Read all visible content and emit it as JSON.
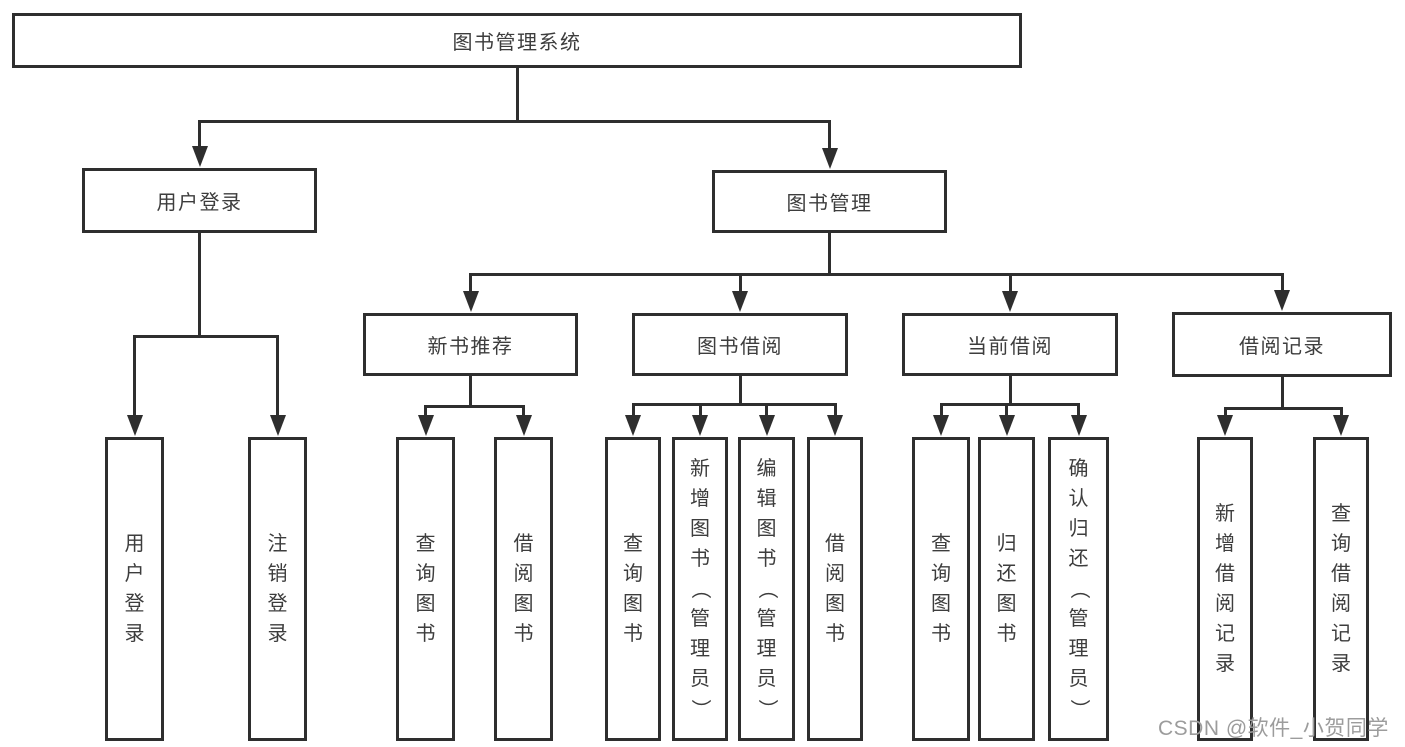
{
  "diagram": {
    "title": "图书管理系统",
    "watermark": "CSDN @软件_小贺同学",
    "colors": {
      "line": "#2e2e2e",
      "border": "#2e2e2e",
      "text": "#3d3d3d",
      "watermark": "#9c9c9c",
      "background": "#ffffff"
    },
    "nodes": [
      {
        "id": "root",
        "label": "图书管理系统",
        "orientation": "horizontal"
      },
      {
        "id": "user-login",
        "label": "用户登录",
        "orientation": "horizontal"
      },
      {
        "id": "book-mgmt",
        "label": "图书管理",
        "orientation": "horizontal"
      },
      {
        "id": "new-book-rec",
        "label": "新书推荐",
        "orientation": "horizontal"
      },
      {
        "id": "book-borrow",
        "label": "图书借阅",
        "orientation": "horizontal"
      },
      {
        "id": "current-borrow",
        "label": "当前借阅",
        "orientation": "horizontal"
      },
      {
        "id": "borrow-records",
        "label": "借阅记录",
        "orientation": "horizontal"
      },
      {
        "id": "leaf-user-login",
        "label": "用户登录",
        "orientation": "vertical"
      },
      {
        "id": "leaf-logout",
        "label": "注销登录",
        "orientation": "vertical"
      },
      {
        "id": "leaf-nr-query",
        "label": "查询图书",
        "orientation": "vertical"
      },
      {
        "id": "leaf-nr-borrow",
        "label": "借阅图书",
        "orientation": "vertical"
      },
      {
        "id": "leaf-bb-query",
        "label": "查询图书",
        "orientation": "vertical"
      },
      {
        "id": "leaf-bb-add",
        "label": "新增图书（管理员）",
        "orientation": "vertical"
      },
      {
        "id": "leaf-bb-edit",
        "label": "编辑图书（管理员）",
        "orientation": "vertical"
      },
      {
        "id": "leaf-bb-borrow",
        "label": "借阅图书",
        "orientation": "vertical"
      },
      {
        "id": "leaf-cb-query",
        "label": "查询图书",
        "orientation": "vertical"
      },
      {
        "id": "leaf-cb-return",
        "label": "归还图书",
        "orientation": "vertical"
      },
      {
        "id": "leaf-cb-confirm",
        "label": "确认归还（管理员）",
        "orientation": "vertical"
      },
      {
        "id": "leaf-br-add",
        "label": "新增借阅记录",
        "orientation": "vertical"
      },
      {
        "id": "leaf-br-query",
        "label": "查询借阅记录",
        "orientation": "vertical"
      }
    ],
    "edges": [
      {
        "parent": "root",
        "children": [
          "user-login",
          "book-mgmt"
        ]
      },
      {
        "parent": "user-login",
        "children": [
          "leaf-user-login",
          "leaf-logout"
        ]
      },
      {
        "parent": "book-mgmt",
        "children": [
          "new-book-rec",
          "book-borrow",
          "current-borrow",
          "borrow-records"
        ]
      },
      {
        "parent": "new-book-rec",
        "children": [
          "leaf-nr-query",
          "leaf-nr-borrow"
        ]
      },
      {
        "parent": "book-borrow",
        "children": [
          "leaf-bb-query",
          "leaf-bb-add",
          "leaf-bb-edit",
          "leaf-bb-borrow"
        ]
      },
      {
        "parent": "current-borrow",
        "children": [
          "leaf-cb-query",
          "leaf-cb-return",
          "leaf-cb-confirm"
        ]
      },
      {
        "parent": "borrow-records",
        "children": [
          "leaf-br-add",
          "leaf-br-query"
        ]
      }
    ]
  }
}
